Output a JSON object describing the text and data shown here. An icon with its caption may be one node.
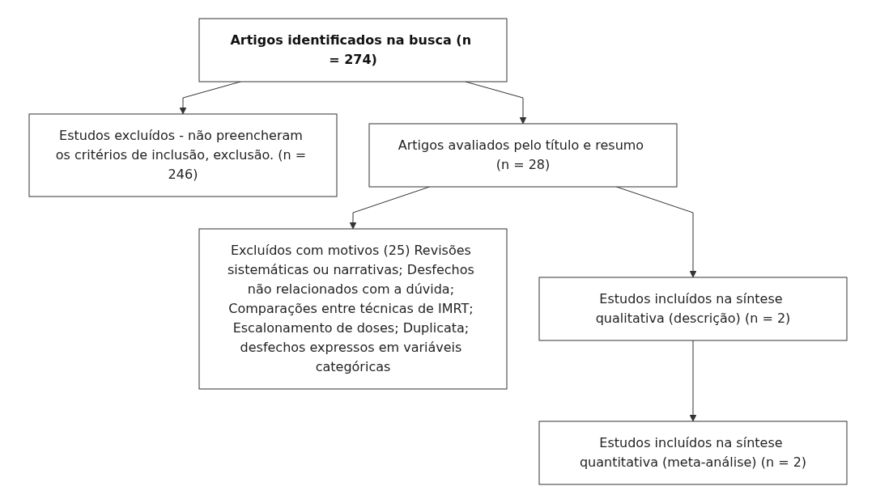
{
  "diagram": {
    "nodes": [
      {
        "text": [
          "Artigos identificados na busca (n = 274)"
        ]
      },
      {
        "text": [
          "Estudos excluídos - não preencheram os critérios de inclusão, exclusão. (n = 246)"
        ]
      },
      {
        "text": [
          "Artigos avaliados pelo título e resumo (n = 28)"
        ]
      },
      {
        "text": [
          "Excluídos com motivos (25) Revisões sistemáticas ou narrativas; Desfechos não relacionados com a dúvida; Comparações entre técnicas de IMRT; Escalonamento de doses; Duplicata; desfechos expressos em variáveis categóricas"
        ]
      },
      {
        "text": [
          "Estudos incluídos na síntese qualitativa (descrição) (n = 2)"
        ]
      },
      {
        "text": [
          "Estudos incluídos na síntese quantitativa (meta-análise) (n = 2)"
        ]
      }
    ],
    "edges": [
      {
        "from": 0,
        "to": 1,
        "arrow": "to"
      },
      {
        "from": 0,
        "to": 2,
        "arrow": "to"
      },
      {
        "from": 2,
        "to": 3,
        "arrow": "to"
      },
      {
        "from": 2,
        "to": 4,
        "arrow": "to"
      },
      {
        "from": 4,
        "to": 5,
        "arrow": "to"
      }
    ]
  }
}
